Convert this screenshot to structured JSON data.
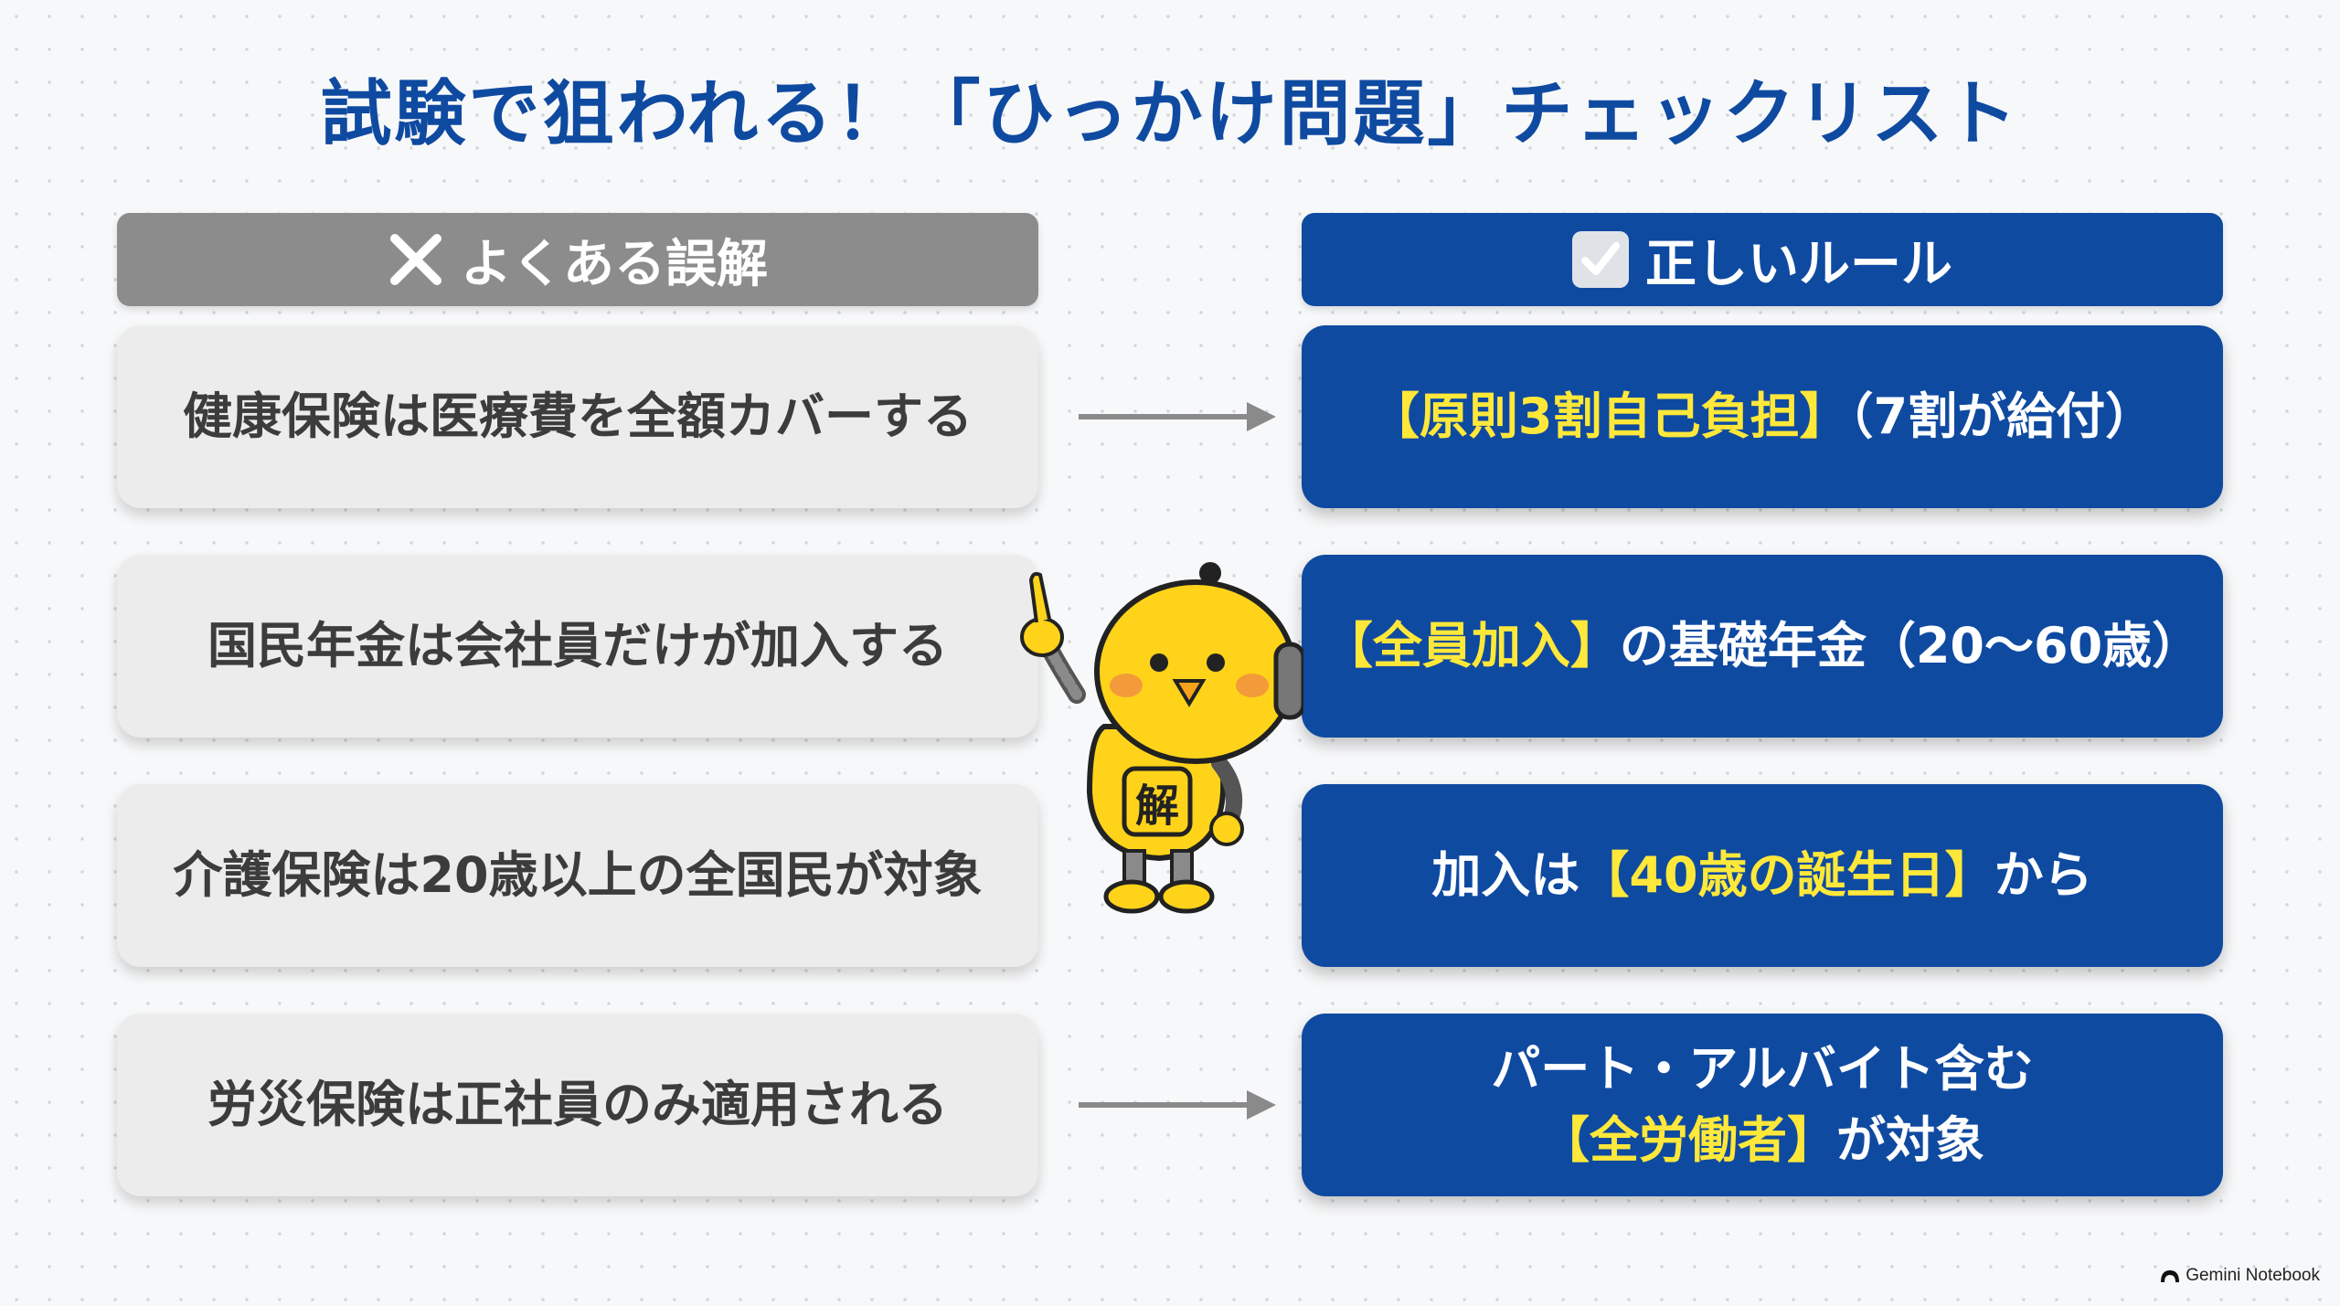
{
  "title": "試験で狙われる！「ひっかけ問題」チェックリスト",
  "columns": {
    "left_header": "よくある誤解",
    "left_icon": "x-icon",
    "right_header": "正しいルール",
    "right_icon": "checkbox-icon"
  },
  "rows": [
    {
      "misconception": "健康保険は医療費を全額カバーする",
      "rule_line1": {
        "highlight": "【原則3割自己負担】",
        "text": "（7割が給付）"
      },
      "arrow": true
    },
    {
      "misconception": "国民年金は会社員だけが加入する",
      "rule_line1": {
        "highlight": "【全員加入】",
        "text": "の基礎年金（20～60歳）"
      },
      "arrow": false
    },
    {
      "misconception": "介護保険は20歳以上の全国民が対象",
      "rule_line1": {
        "prefix": "加入は",
        "highlight": "【40歳の誕生日】",
        "text": "から"
      },
      "arrow": false
    },
    {
      "misconception": "労災保険は正社員のみ適用される",
      "rule_line1": {
        "text": "パート・アルバイト含む"
      },
      "rule_line2": {
        "highlight": "【全労働者】",
        "text": "が対象"
      },
      "arrow": true
    }
  ],
  "mascot": {
    "badge": "解",
    "icon": "robot-chick-mascot"
  },
  "watermark": "Gemini Notebook",
  "colors": {
    "primary_blue": "#0f4aa1",
    "highlight_yellow": "#ffe83a",
    "misconception_gray": "#8c8c8c",
    "card_gray": "#ececec"
  }
}
